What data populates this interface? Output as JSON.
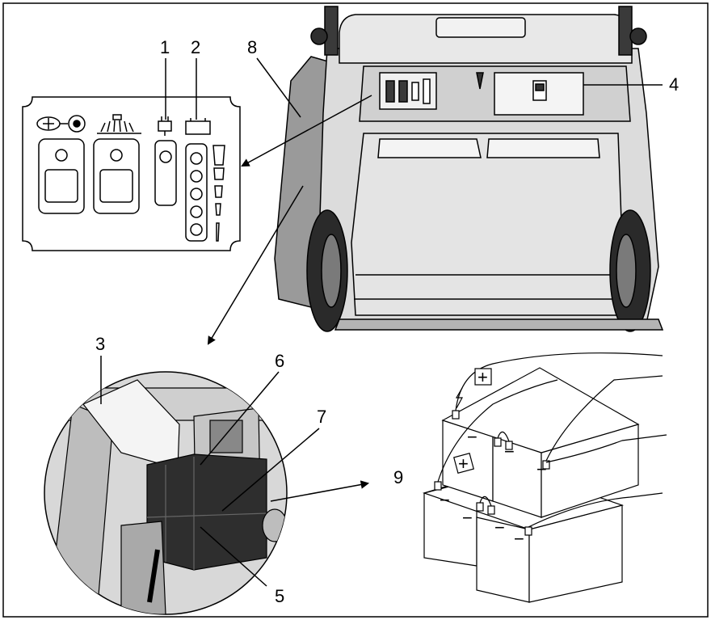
{
  "callouts": {
    "c1": "1",
    "c2": "2",
    "c3": "3",
    "c4": "4",
    "c5": "5",
    "c6": "6",
    "c7": "7",
    "c8": "8",
    "c9": "9"
  },
  "terminals": {
    "plus": "+",
    "minus": "−"
  },
  "colors": {
    "outline": "#000000",
    "machine_light": "#e6e6e6",
    "machine_mid": "#c8c8c8",
    "machine_dark": "#8a8a8a",
    "battery": "#2e2e2e"
  }
}
